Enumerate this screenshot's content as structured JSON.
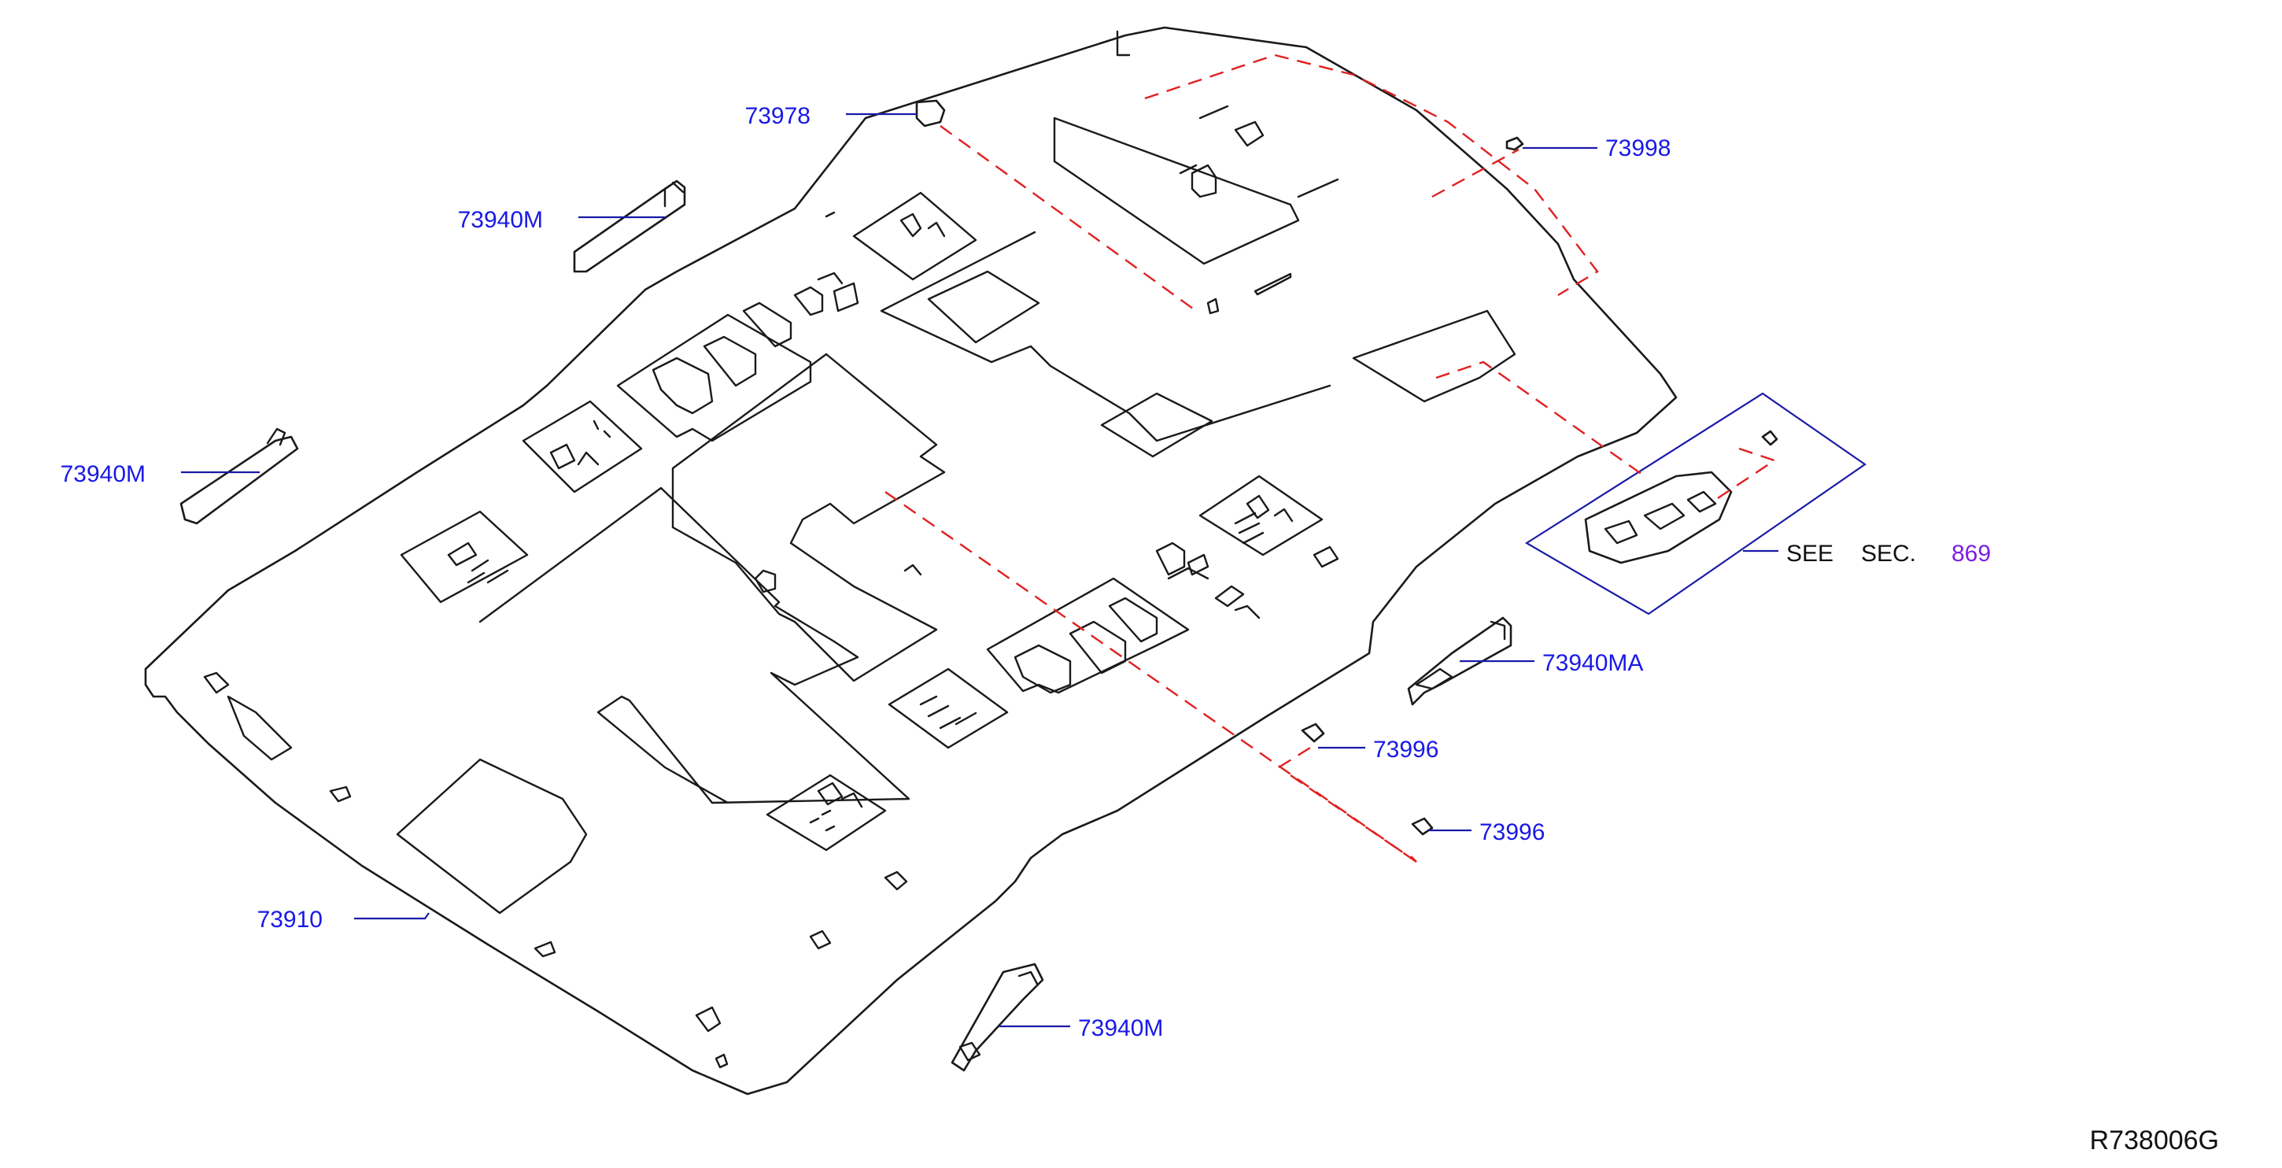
{
  "callouts": {
    "headlining": "73910",
    "front_clip": "73978",
    "clip_right": "73998",
    "grip_upper_left": "73940M",
    "grip_middle_left": "73940M",
    "grip_lower": "73940M",
    "grip_right": "73940MA",
    "clip_a": "73996",
    "clip_b": "73996"
  },
  "section_reference": {
    "see_label": "SEE",
    "sec_label": "SEC.",
    "section_number": "869"
  },
  "drawing_id": "R738006G"
}
